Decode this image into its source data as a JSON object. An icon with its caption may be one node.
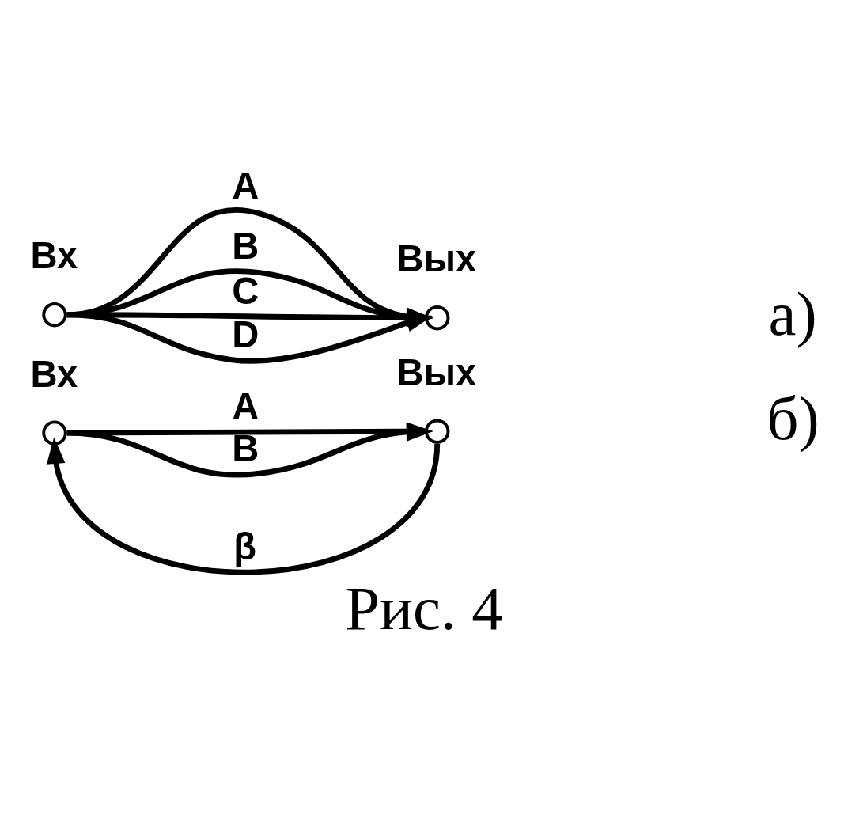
{
  "diagram": {
    "caption": "Рис. 4",
    "nodes": [
      {
        "text": [],
        "shape": "circle",
        "beside": [
          "Вх"
        ]
      },
      {
        "text": [],
        "shape": "circle",
        "beside": [
          "Вых"
        ]
      },
      {
        "text": [],
        "shape": "circle",
        "beside": [
          "Вх"
        ]
      },
      {
        "text": [],
        "shape": "circle",
        "beside": [
          "Вых"
        ]
      }
    ],
    "edges": [
      {
        "from": 0,
        "to": 1,
        "arrow": "to",
        "label": "A"
      },
      {
        "from": 0,
        "to": 1,
        "arrow": "to",
        "label": "B"
      },
      {
        "from": 0,
        "to": 1,
        "arrow": "to",
        "label": "C"
      },
      {
        "from": 0,
        "to": 1,
        "arrow": "to",
        "label": "D"
      },
      {
        "from": 2,
        "to": 3,
        "arrow": "to",
        "label": "A"
      },
      {
        "from": 2,
        "to": 3,
        "arrow": "to",
        "label": "B"
      },
      {
        "from": 3,
        "to": 2,
        "arrow": "to",
        "label": "β"
      }
    ],
    "labels": [
      "а)",
      "б)"
    ]
  }
}
